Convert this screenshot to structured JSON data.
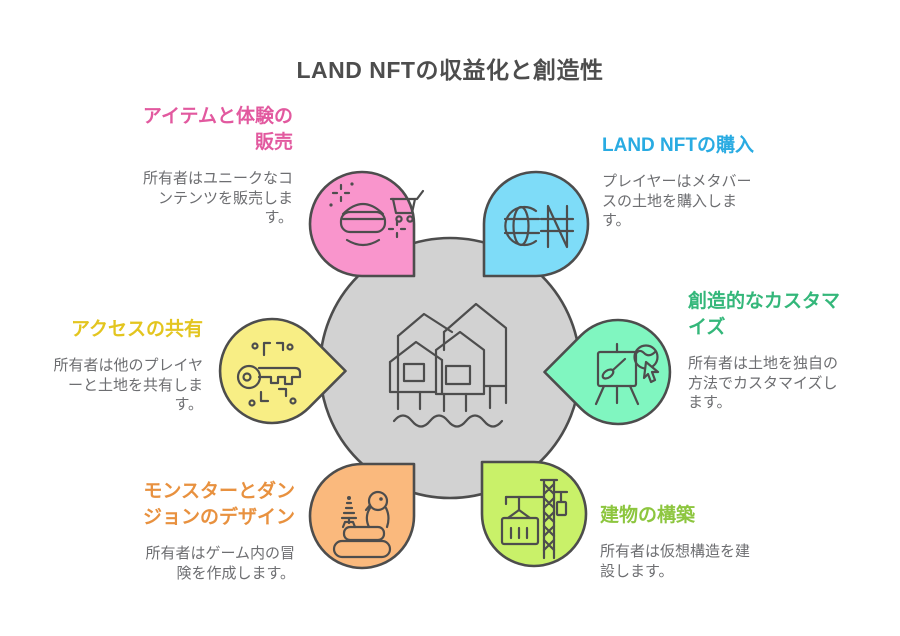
{
  "title": "LAND NFTの収益化と創造性",
  "colors": {
    "outline": "#4d4d4d",
    "title_text": "#4d4d4d",
    "body_text": "#6d6e71",
    "center_fill": "#d2d2d2"
  },
  "center": {
    "icon": "stilt-houses-water-icon"
  },
  "segments": [
    {
      "id": "sell-items-experiences",
      "heading": "アイテムと体験の\n販売",
      "body": "所有者はユニークなコ\nンテンツを販売しま\nす。",
      "heading_color": "#e2599f",
      "fill": "#f995cc",
      "icon": "vr-headset-shopping-cart-icon"
    },
    {
      "id": "purchase-land-nft",
      "heading": "LAND NFTの購入",
      "body": "プレイヤーはメタバー\nスの土地を購入しま\nす。",
      "heading_color": "#29abe2",
      "fill": "#7edcf8",
      "icon": "globe-nft-currency-icon"
    },
    {
      "id": "creative-customization",
      "heading": "創造的なカスタマ\nイズ",
      "body": "所有者は土地を独自の\n方法でカスタマイズし\nます。",
      "heading_color": "#34b77a",
      "fill": "#80f6c0",
      "icon": "easel-brush-avatar-icon"
    },
    {
      "id": "share-access",
      "heading": "アクセスの共有",
      "body": "所有者は他のプレイヤ\nーと土地を共有しま\nす。",
      "heading_color": "#e3c51f",
      "fill": "#f8ee85",
      "icon": "digital-key-icon"
    },
    {
      "id": "design-monsters-dungeons",
      "heading": "モンスターとダン\nジョンのデザイン",
      "body": "所有者はゲーム内の冒\n険を作成します。",
      "heading_color": "#e8913f",
      "fill": "#fab97d",
      "icon": "monster-chess-piece-icon"
    },
    {
      "id": "build-structures",
      "heading": "建物の構築",
      "body": "所有者は仮想構造を建\n設します。",
      "heading_color": "#8dc63f",
      "fill": "#c9f169",
      "icon": "construction-crane-icon"
    }
  ]
}
